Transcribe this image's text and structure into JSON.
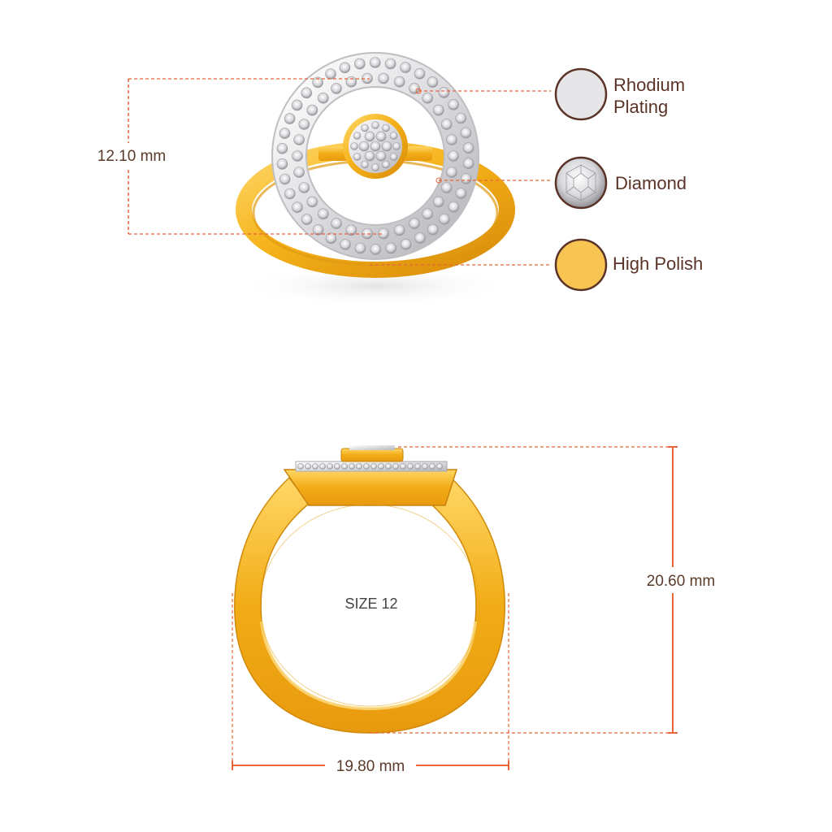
{
  "dimensions": {
    "top_height": "12.10 mm",
    "side_height": "20.60 mm",
    "width": "19.80 mm"
  },
  "size_label": "SIZE 12",
  "legend": [
    {
      "label_line1": "Rhodium",
      "label_line2": "Plating",
      "swatch": "rhodium-swatch"
    },
    {
      "label_line1": "Diamond",
      "label_line2": "",
      "swatch": "diamond-swatch"
    },
    {
      "label_line1": "High Polish",
      "label_line2": "",
      "swatch": "gold-swatch"
    }
  ],
  "colors": {
    "dimension_line": "#e8643a",
    "gold": "#f5b71f",
    "gold_dark": "#d48d0c",
    "rhodium": "#e6e6e8",
    "swatch_border": "#5a3328",
    "text": "#5a3328"
  }
}
